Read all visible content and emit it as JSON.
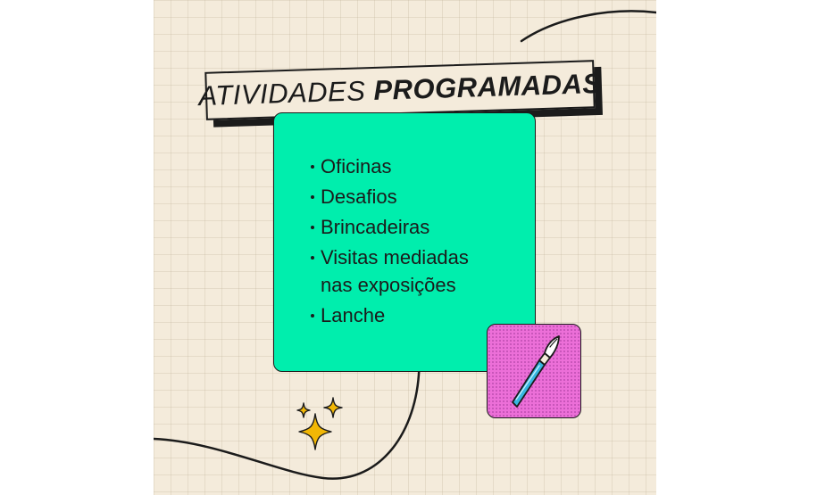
{
  "title": {
    "light": "ATIVIDADES",
    "bold": "PROGRAMADAS"
  },
  "activities": [
    {
      "line1": "Oficinas"
    },
    {
      "line1": "Desafios"
    },
    {
      "line1": "Brincadeiras"
    },
    {
      "line1": "Visitas mediadas",
      "line2": "nas exposições"
    },
    {
      "line1": "Lanche"
    }
  ],
  "colors": {
    "background": "#f4ebdb",
    "card": "#00eead",
    "tile": "#ec6fd8",
    "ink": "#1b1b1b",
    "sparkle": "#f2b705",
    "brush": "#36b6e0"
  },
  "icons": [
    "paintbrush-icon",
    "sparkles-icon"
  ]
}
